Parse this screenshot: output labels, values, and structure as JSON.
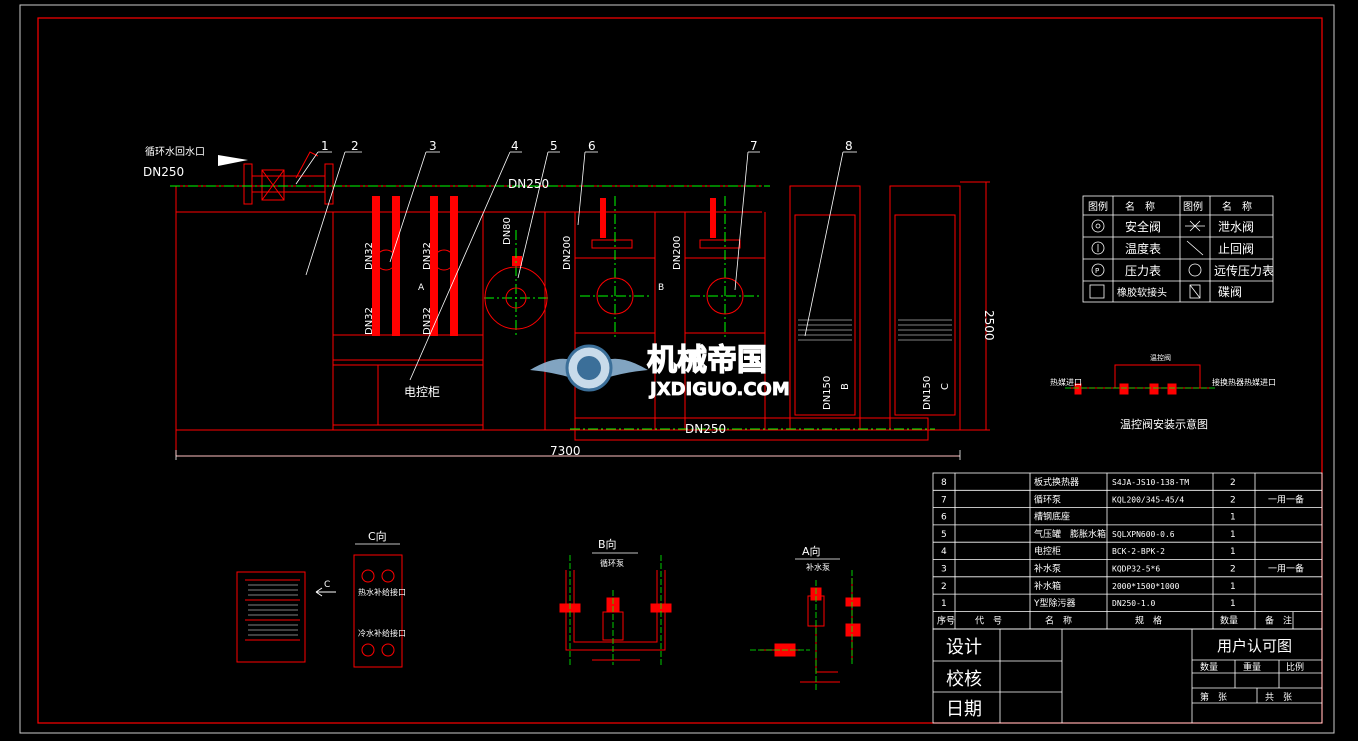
{
  "drawing": {
    "inlet_label": "循环水回水口",
    "inlet_size": "DN250",
    "main_pipe_label": "DN250",
    "bottom_pipe_label": "DN250",
    "total_length": "7300",
    "height": "2500",
    "control_cabinet": "电控柜",
    "pipe_labels": [
      "DN32",
      "DN32",
      "DN32",
      "DN32",
      "DN80",
      "DN200",
      "DN200",
      "DN150",
      "DN150"
    ],
    "view_markers": [
      "A",
      "B",
      "C",
      "C",
      "B",
      "A"
    ],
    "callouts": [
      "1",
      "2",
      "3",
      "4",
      "5",
      "6",
      "7",
      "8"
    ]
  },
  "legend": {
    "headers": [
      "图例",
      "名　称",
      "图例",
      "名　称"
    ],
    "rows": [
      {
        "s1": "safety-valve-icon",
        "n1": "安全阀",
        "s2": "drain-valve-icon",
        "n2": "泄水阀"
      },
      {
        "s1": "thermometer-icon",
        "n1": "温度表",
        "s2": "check-valve-icon",
        "n2": "止回阀"
      },
      {
        "s1": "pressure-gauge-icon",
        "n1": "压力表",
        "s2": "remote-gauge-icon",
        "n2": "远传压力表"
      },
      {
        "s1": "flex-joint-icon",
        "n1": "橡胶软接头",
        "s2": "butterfly-valve-icon",
        "n2": "碟阀"
      }
    ]
  },
  "temp_valve": {
    "title": "温控阀安装示意图",
    "left_label": "热媒进口",
    "right_label": "接换热器热媒进口",
    "top_label": "温控阀"
  },
  "views": {
    "c_view": {
      "title": "C向",
      "label_top": "热水补给接口",
      "label_bottom": "冷水补给接口",
      "arrow": "C"
    },
    "b_view": {
      "title": "B向",
      "subtitle": "循环泵"
    },
    "a_view": {
      "title": "A向",
      "subtitle": "补水泵"
    }
  },
  "watermark": {
    "title": "机械帝国",
    "url": "JXDIGUO.COM"
  },
  "bom": {
    "rows": [
      {
        "no": "8",
        "name": "板式换热器",
        "spec": "S4JA-JS10-138-TM",
        "qty": "2",
        "note": ""
      },
      {
        "no": "7",
        "name": "循环泵",
        "spec": "KQL200/345-45/4",
        "qty": "2",
        "note": "一用一备"
      },
      {
        "no": "6",
        "name": "槽钢底座",
        "spec": "",
        "qty": "1",
        "note": ""
      },
      {
        "no": "5",
        "name": "气压罐　膨胀水箱",
        "spec": "SQLXPN600-0.6",
        "qty": "1",
        "note": ""
      },
      {
        "no": "4",
        "name": "电控柜",
        "spec": "BCK-2-BPK-2",
        "qty": "1",
        "note": ""
      },
      {
        "no": "3",
        "name": "补水泵",
        "spec": "KQDP32-5*6",
        "qty": "2",
        "note": "一用一备"
      },
      {
        "no": "2",
        "name": "补水箱",
        "spec": "2000*1500*1000",
        "qty": "1",
        "note": ""
      },
      {
        "no": "1",
        "name": "Y型除污器",
        "spec": "DN250-1.0",
        "qty": "1",
        "note": ""
      }
    ],
    "header": {
      "no": "序号",
      "code": "代　号",
      "name": "名　称",
      "spec": "规　格",
      "qty": "数量",
      "note": "备　注"
    }
  },
  "title_block": {
    "design": "设计",
    "check": "校核",
    "date": "日期",
    "title": "用户认可图",
    "qty": "数量",
    "weight": "重量",
    "scale": "比例",
    "sheet": "第　张",
    "total": "共　张"
  },
  "colors": {
    "frame": "#ff0000",
    "text": "#ffffff",
    "pipe": "#00ff00",
    "fill": "#ff0000",
    "bg": "#000000",
    "watermark": "#1e6fb0"
  }
}
